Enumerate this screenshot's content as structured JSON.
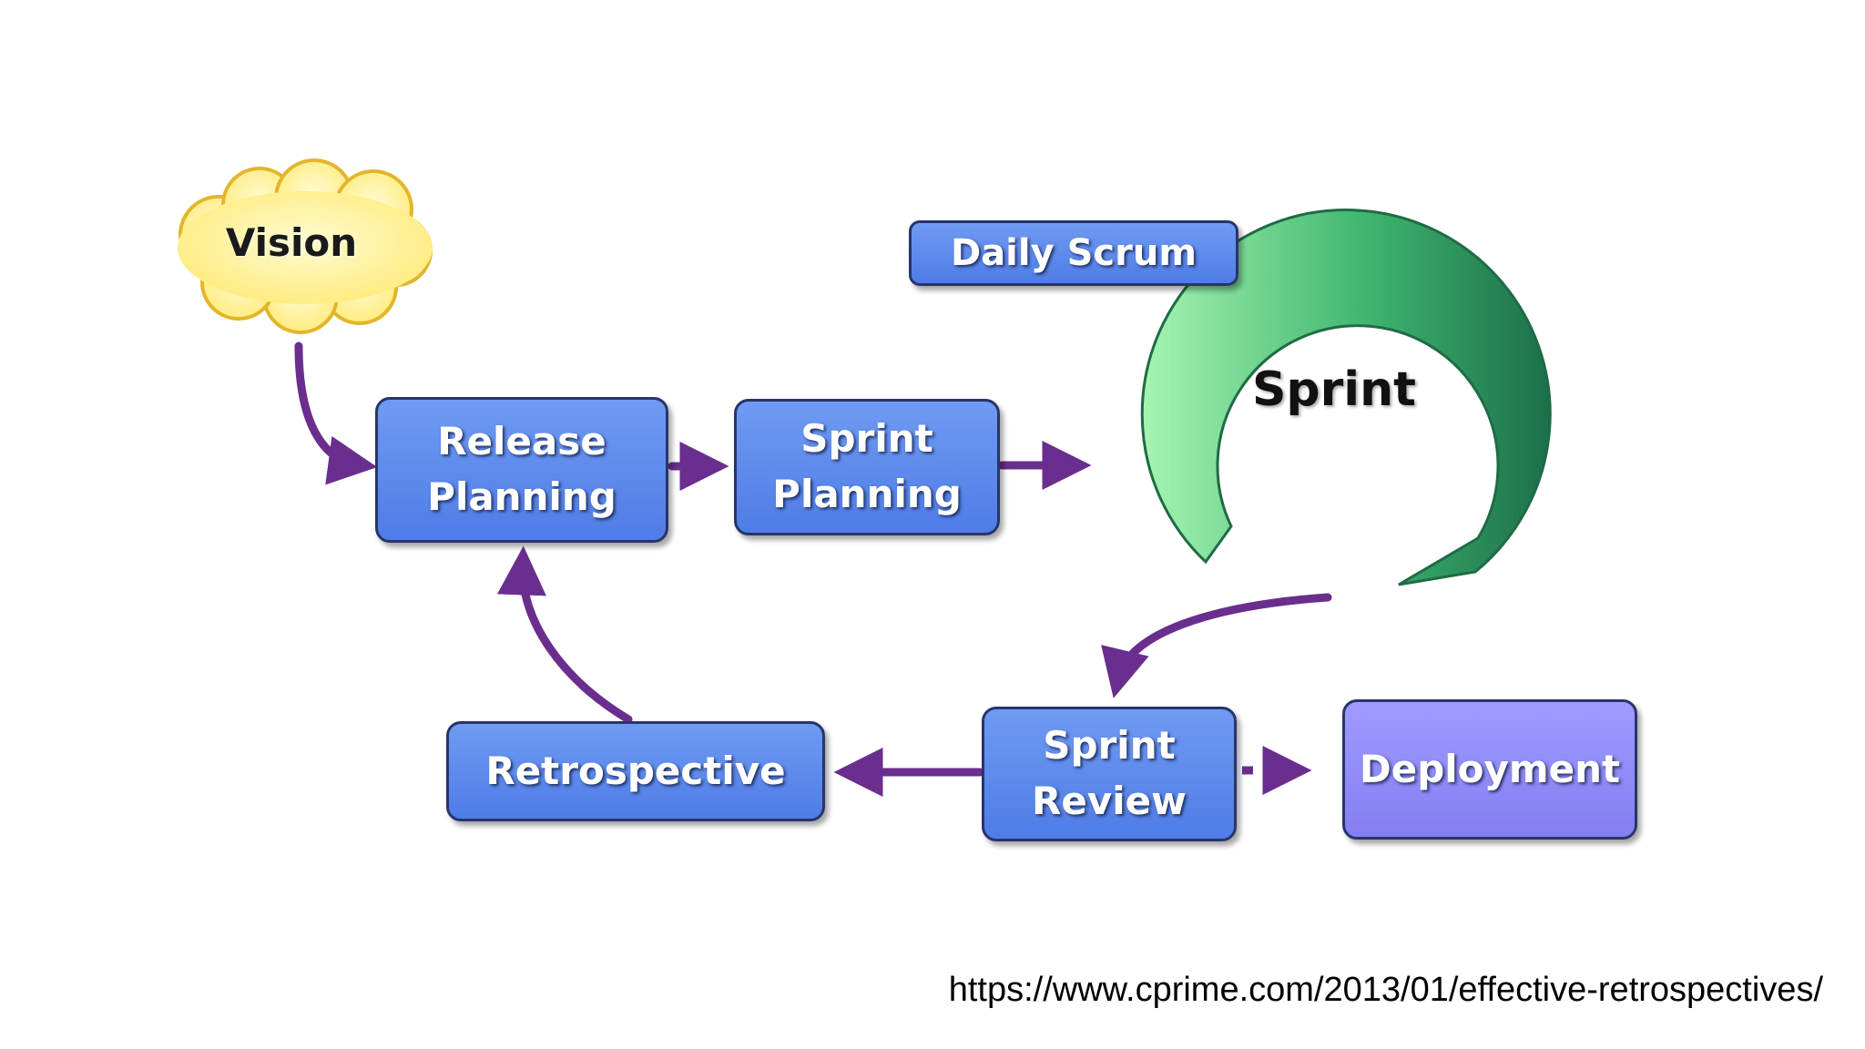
{
  "diagram": {
    "vision": "Vision",
    "sprint": "Sprint",
    "daily_scrum": "Daily Scrum",
    "release_planning": [
      "Release",
      "Planning"
    ],
    "sprint_planning": [
      "Sprint",
      "Planning"
    ],
    "sprint_review": [
      "Sprint",
      "Review"
    ],
    "retrospective": "Retrospective",
    "deployment": "Deployment"
  },
  "source_url": "https://www.cprime.com/2013/01/effective-retrospectives/",
  "colors": {
    "box_blue": "#5b88ee",
    "box_violet": "#928df8",
    "arrow_purple": "#6a2e8e",
    "cloud_yellow": "#fff4a8",
    "sprint_green": "#2e9c5e"
  }
}
